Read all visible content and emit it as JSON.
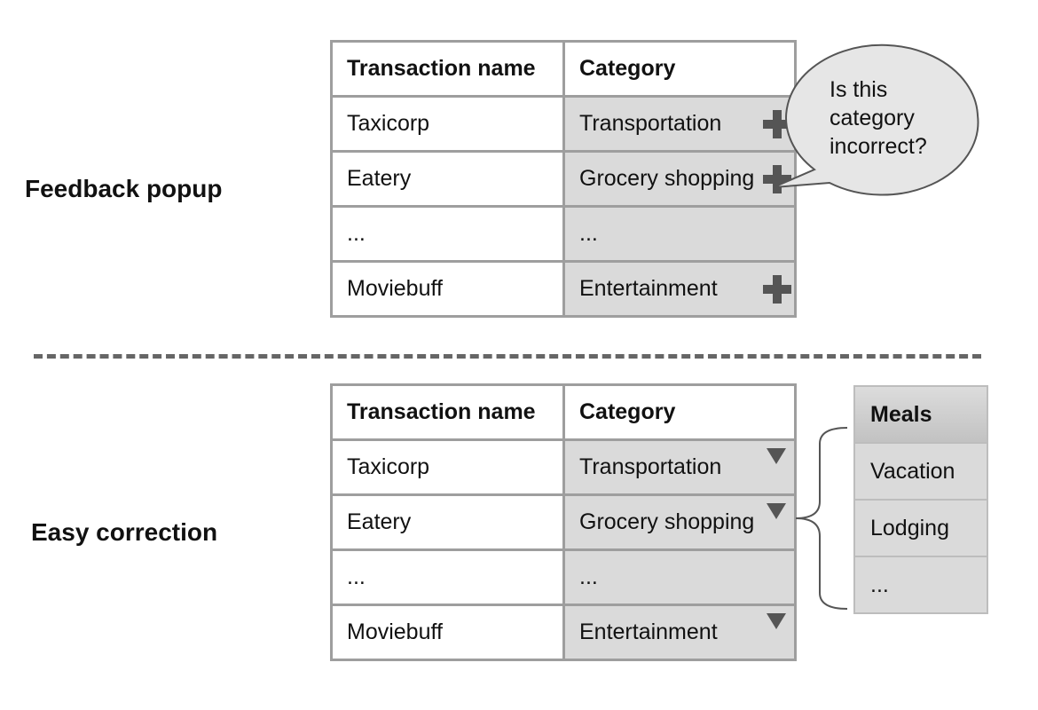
{
  "sections": {
    "feedback_popup": "Feedback popup",
    "easy_correction": "Easy correction"
  },
  "table_header": {
    "name": "Transaction name",
    "category": "Category"
  },
  "rows": [
    {
      "name": "Taxicorp",
      "category": "Transportation"
    },
    {
      "name": "Eatery",
      "category": "Grocery shopping"
    },
    {
      "name": "...",
      "category": "..."
    },
    {
      "name": "Moviebuff",
      "category": "Entertainment"
    }
  ],
  "speech_bubble": {
    "lines": [
      "Is this",
      "category",
      "incorrect?"
    ]
  },
  "dropdown": {
    "items": [
      "Meals",
      "Vacation",
      "Lodging",
      "..."
    ]
  },
  "icons": {
    "feedback": "plus-icon",
    "correction": "dropdown-arrow-icon"
  },
  "colors": {
    "category_cell": "#dadada",
    "border": "#9e9e9e",
    "icon": "#555555"
  }
}
